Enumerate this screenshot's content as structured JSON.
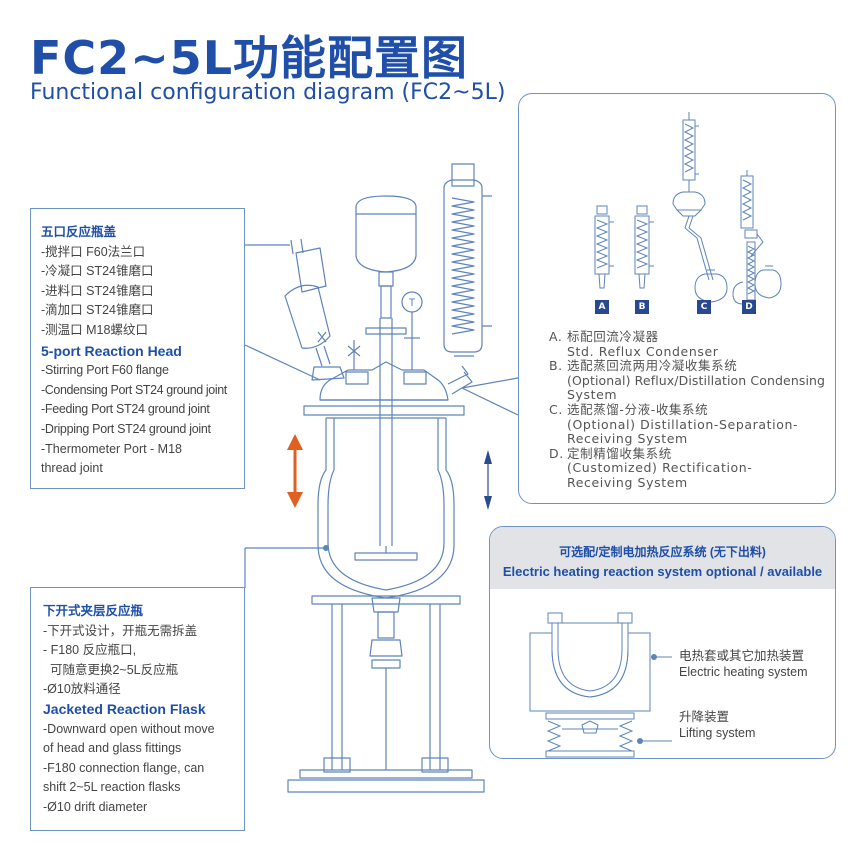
{
  "title": "FC2~5L功能配置图",
  "subtitle": "Functional configuration diagram (FC2~5L)",
  "head_box": {
    "title_zh": "五口反应瓶盖",
    "lines_zh": [
      "-搅拌口  F60法兰口",
      "-冷凝口  ST24锥磨口",
      "-进料口  ST24锥磨口",
      "-滴加口  ST24锥磨口",
      "-测温口  M18螺纹口"
    ],
    "title_en": "5-port Reaction Head",
    "lines_en": [
      "-Stirring Port   F60 flange",
      "-Condensing Port  ST24 ground joint",
      "-Feeding Port   ST24 ground joint",
      "-Dripping Port   ST24 ground joint",
      "-Thermometer Port  -  M18",
      "thread joint"
    ]
  },
  "flask_box": {
    "title_zh": "下开式夹层反应瓶",
    "lines_zh": [
      "-下开式设计，开瓶无需拆盖",
      "- F180 反应瓶口,",
      "  可随意更换2~5L反应瓶",
      "-Ø10放料通径"
    ],
    "title_en": "Jacketed Reaction Flask",
    "lines_en": [
      "-Downward open without move",
      "of head and glass fittings",
      "-F180 connection flange, can",
      "shift 2~5L reaction flasks",
      "-Ø10 drift diameter"
    ]
  },
  "condenser_options": {
    "labels": [
      "A",
      "B",
      "C",
      "D"
    ],
    "items": [
      {
        "key": "A.",
        "zh": "标配回流冷凝器",
        "en": [
          "Std. Reflux Condenser"
        ]
      },
      {
        "key": "B.",
        "zh": "选配蒸回流两用冷凝收集系统",
        "en": [
          "(Optional) Reflux/Distillation Condensing",
          "System"
        ]
      },
      {
        "key": "C.",
        "zh": "选配蒸馏-分液-收集系统",
        "en": [
          "(Optional) Distillation-Separation-",
          "Receiving System"
        ]
      },
      {
        "key": "D.",
        "zh": "定制精馏收集系统",
        "en": [
          "(Customized) Rectification-",
          "Receiving System"
        ]
      }
    ]
  },
  "heating": {
    "title_zh": "可选配/定制电加热反应系统 (无下出料)",
    "title_en": "Electric heating reaction system optional / available",
    "heater_zh": "电热套或其它加热装置",
    "heater_en": "Electric heating system",
    "lift_zh": "升降装置",
    "lift_en": "Lifting system"
  },
  "thermometer_symbol": "T",
  "colors": {
    "brand": "#1f4fa8",
    "border": "#6f93c6",
    "line": "#5d84bb",
    "arrow_orange": "#e0601f",
    "arrow_blue": "#2a4c8f",
    "label_bg": "#28488f"
  }
}
